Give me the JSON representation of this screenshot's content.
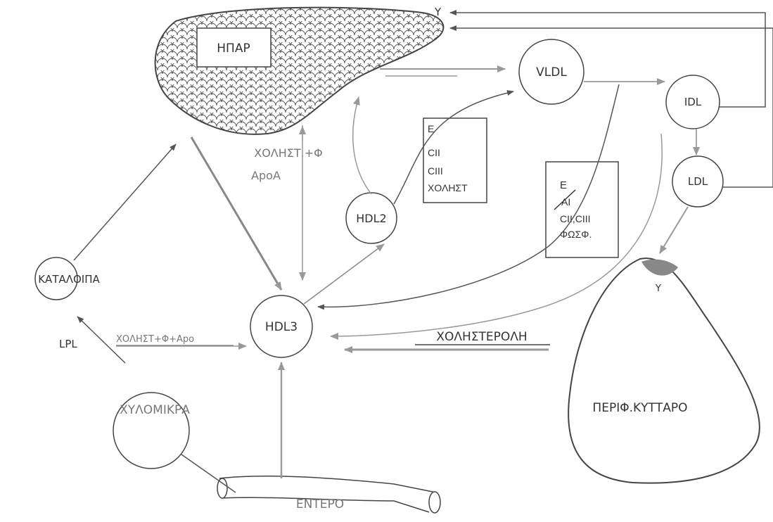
{
  "liver": {
    "label": "ΗΠΑΡ",
    "receptor": "Y"
  },
  "nodes": {
    "vldl": "VLDL",
    "idl": "IDL",
    "ldl": "LDL",
    "hdl2": "HDL2",
    "hdl3": "HDL3",
    "remnants": "ΚΑΤΑΛΟΙΠΑ",
    "chylomicrons": "ΧΥΛΟΜΙΚΡΑ",
    "intestine": "ΕΝΤΕΡΟ",
    "peripheral_cell": "ΠΕΡΙΦ.ΚΥΤΤΑΡΟ",
    "cell_receptor": "Y"
  },
  "labels": {
    "chol_phospho": "ΧΟΛΗΣΤ.+Φ",
    "apoA": "ApoA",
    "lpl": "LPL",
    "chylo_transfer": "ΧΟΛΗΣΤ+Φ+Apo",
    "cholesterol": "ΧΟΛΗΣΤΕΡΟΛΗ"
  },
  "hdl2_box": {
    "lines": [
      "E",
      "CII",
      "CIII",
      "ΧΟΛΗΣΤ"
    ]
  },
  "vldl_box": {
    "lines": [
      "E",
      "AI",
      "CII,CIII",
      "ΦΩΣΦ."
    ]
  },
  "colors": {
    "line": "#555555",
    "arrow_grey": "#999999",
    "text": "#333333"
  }
}
